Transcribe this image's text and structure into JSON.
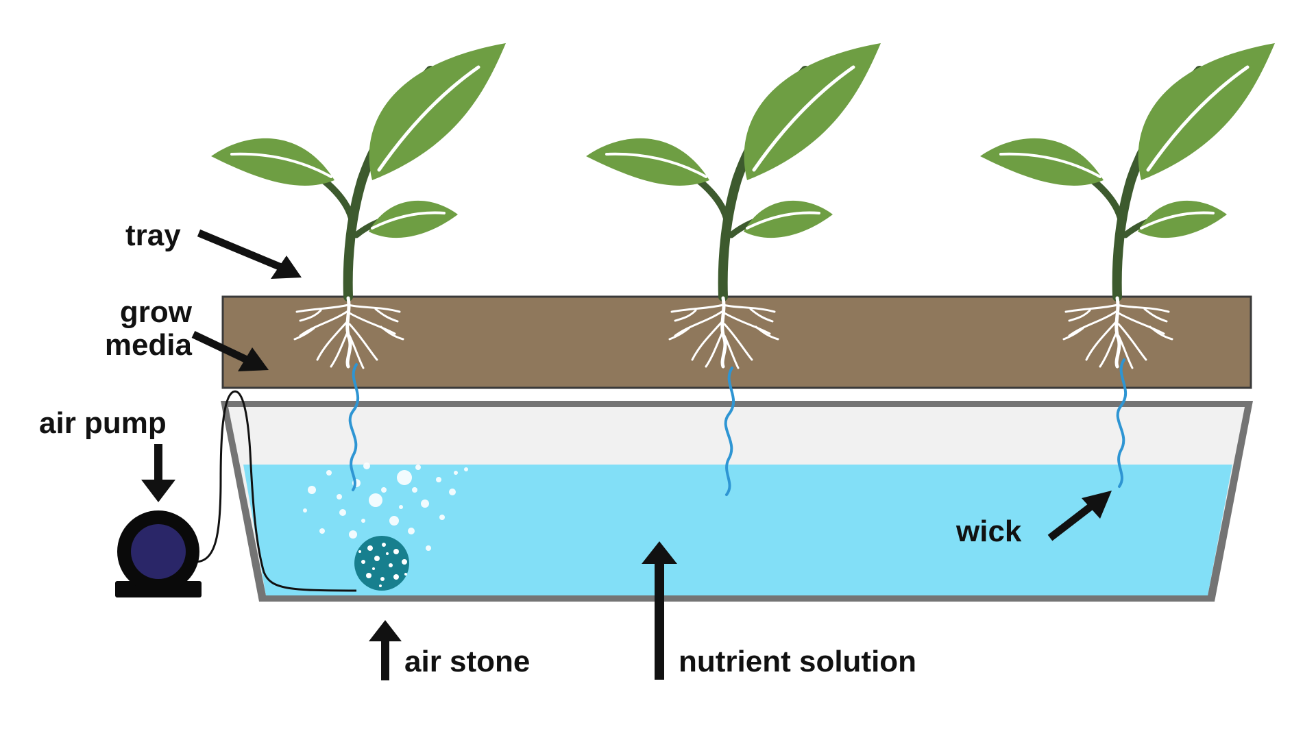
{
  "labels": {
    "tray": "tray",
    "grow_media_line1": "grow",
    "grow_media_line2": "media",
    "air_pump": "air pump",
    "air_stone": "air stone",
    "nutrient_solution": "nutrient solution",
    "wick": "wick"
  },
  "colors": {
    "leaf": "#6e9e43",
    "leaf_vein": "#ffffff",
    "stem": "#3d5a2e",
    "grow_media": "#8f785c",
    "grow_media_border": "#3a3a3a",
    "container": "#747474",
    "container_inner": "#f1f1f1",
    "nutrient_solution": "#82dff7",
    "wick": "#2e95d3",
    "air_stone": "#177f8e",
    "bubbles": "#ffffff",
    "pump_body": "#0a0a0a",
    "pump_face": "#2a2668",
    "arrow": "#111111"
  },
  "icons": [
    "plant-icon",
    "roots-icon",
    "air-pump-icon",
    "air-stone-icon",
    "bubbles-icon",
    "wick-icon",
    "arrow-icon"
  ]
}
